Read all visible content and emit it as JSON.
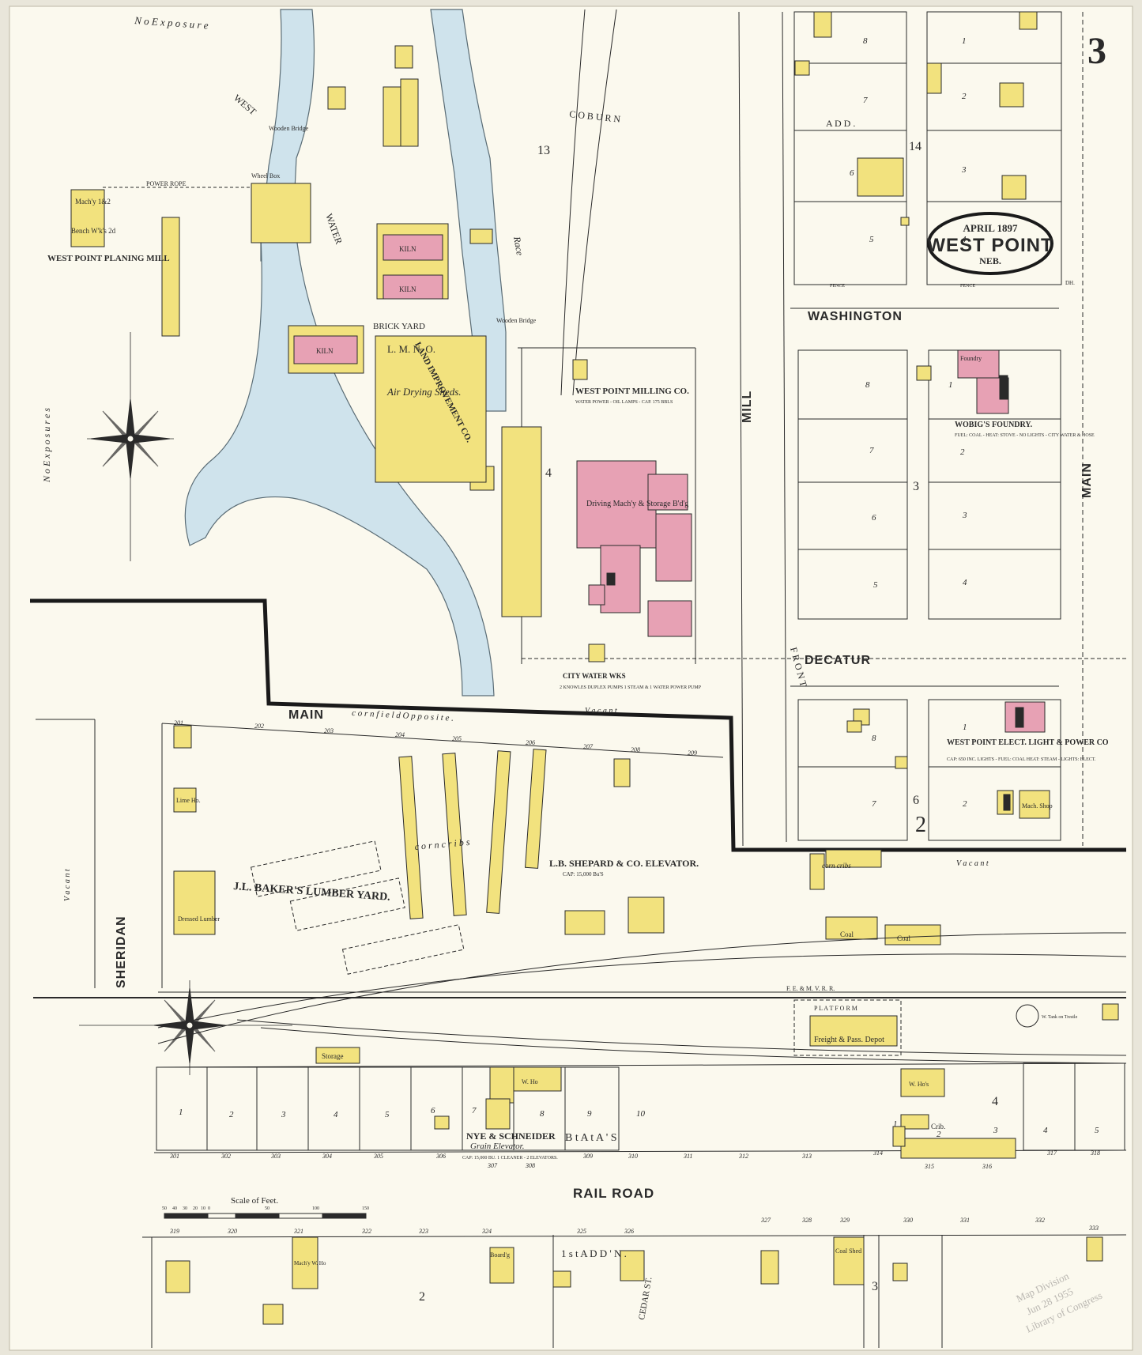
{
  "sheet_number": "3",
  "cartouche": {
    "date": "APRIL 1897",
    "city": "WEST POINT",
    "state": "NEB."
  },
  "colors": {
    "paper": "#fbf9ee",
    "water": "#cfe3ec",
    "frame": "#f2e27e",
    "brick": "#e7a1b4",
    "line": "#2a2a2a"
  },
  "streets": {
    "main_v": "MAIN",
    "main_h": "MAIN",
    "washington": "WASHINGTON",
    "decatur": "DECATUR",
    "mill": "MILL",
    "sheridan": "SHERIDAN",
    "rail_road": "RAIL ROAD",
    "coburn": "C O B U R N",
    "cedar": "CEDAR ST.",
    "race": "Race",
    "west_point_race": "WEST",
    "water": "WATER"
  },
  "labels": {
    "no_exposure_top": "N o   E x p o s u r e",
    "no_exposure_left": "N o   E x p o s u r e s",
    "planing_mill": "WEST POINT PLANING MILL",
    "machy": "Mach'y 1&2",
    "bench_wks": "Bench W'k's 2d",
    "power_rope": "POWER ROPE",
    "wooden_bridge_1": "Wooden Bridge",
    "wooden_bridge_2": "Wooden Bridge",
    "wheel_box": "Wheel Box",
    "brick_yard": "BRICK YARD",
    "kiln": "KILN",
    "air_drying": "Air Drying Sheds.",
    "land_improvement": "LAND IMPROVEMENT CO.",
    "lmno": "L.  M.  N.  O.",
    "milling_co": "WEST POINT MILLING CO.",
    "milling_notes": "WATER POWER - OIL LAMPS - CAP. 175 BBLS",
    "driving_machy": "Driving Mach'y & Storage B'd'g",
    "city_water": "CITY WATER WKS",
    "city_water_note": "2 KNOWLES DUPLEX PUMPS  1 STEAM & 1 WATER POWER PUMP",
    "foundry": "Foundry",
    "wobigs_foundry": "WOBIG'S FOUNDRY.",
    "foundry_note": "FUEL: COAL - HEAT: STOVE - NO LIGHTS - CITY WATER & HOSE",
    "elect_light": "WEST POINT ELECT. LIGHT & POWER CO",
    "elect_note": "CAP: 650 INC. LIGHTS - FUEL: COAL  HEAT: STEAM - LIGHTS: ELECT.",
    "mach_shop": "Mach. Shop",
    "cornfield": "c o r n f i e l d    O p p o s i t e .",
    "vacant_1": "V a c a n t",
    "vacant_2": "V a c a n t",
    "vacant_3": "V a c a n t",
    "corn_cribs": "c o r n   c r i b s",
    "shepard": "L.B. SHEPARD & CO. ELEVATOR.",
    "shepard_cap": "CAP: 15,000 Bu'S",
    "bakers": "J.L. BAKER'S LUMBER YARD.",
    "dressed_lumber": "Dressed Lumber",
    "lime_ho": "Lime Ho.",
    "coal_1": "Coal",
    "coal_2": "Coal",
    "corn_cribs_small": "corn cribs",
    "fe_mv_rr": "F. E. & M. V. R. R.",
    "platform": "P L A T F O R M",
    "depot": "Freight & Pass. Depot",
    "w_tank": "W. Tank on Trestle",
    "storage": "Storage",
    "nye": "NYE & SCHNEIDER",
    "grain_elev": "Grain Elevator.",
    "nye_cap": "CAP: 15,000 BU.  1 CLEANER - 2 ELEVATORS.",
    "btas": "B  t  A  t  A  '  S",
    "who": "W. Ho",
    "whos": "W. Ho's",
    "crib": "Crib.",
    "scale": "Scale of Feet.",
    "first_addn": "1 s t   A D D ' N .",
    "add": "A D D .",
    "machy_who": "Mach'y W. Ho",
    "boardg": "Board'g",
    "coal_shed": "Coal Shed",
    "fence": "FENCE",
    "dh": "DH.",
    "fenxy": "F  R  O  N  T"
  },
  "block_numbers": [
    "13",
    "14",
    "4",
    "3",
    "2",
    "6",
    "2",
    "4",
    "3"
  ],
  "lot_numbers": {
    "b14_left": [
      "8",
      "7",
      "6",
      "5"
    ],
    "b14_right": [
      "1",
      "2",
      "3",
      "4"
    ],
    "b3_left": [
      "8",
      "7",
      "6",
      "5"
    ],
    "b3_right": [
      "1",
      "2",
      "3",
      "4"
    ],
    "b2": [
      "8",
      "7",
      "1",
      "2"
    ],
    "rr_lots": [
      "1",
      "2",
      "3",
      "4",
      "5",
      "6",
      "7",
      "8",
      "9",
      "10"
    ],
    "rr_lots_right": [
      "1",
      "2",
      "3",
      "4",
      "5"
    ]
  },
  "addresses": {
    "main_top": [
      "201",
      "202",
      "203",
      "204",
      "205",
      "206",
      "207",
      "208",
      "209"
    ],
    "rail_bottom": [
      "301",
      "302",
      "303",
      "304",
      "305",
      "306",
      "307",
      "308",
      "309",
      "310",
      "311",
      "312",
      "313",
      "314",
      "315",
      "316",
      "317",
      "318"
    ],
    "lower": [
      "319",
      "320",
      "321",
      "322",
      "323",
      "324",
      "325",
      "326",
      "327",
      "328",
      "329",
      "330",
      "331",
      "332",
      "333"
    ]
  },
  "scale_ticks": [
    "50",
    "40",
    "30",
    "20",
    "10",
    "0",
    "50",
    "100",
    "150"
  ],
  "stamp": [
    "Map Division",
    "Jun 28 1955",
    "Library of Congress"
  ]
}
